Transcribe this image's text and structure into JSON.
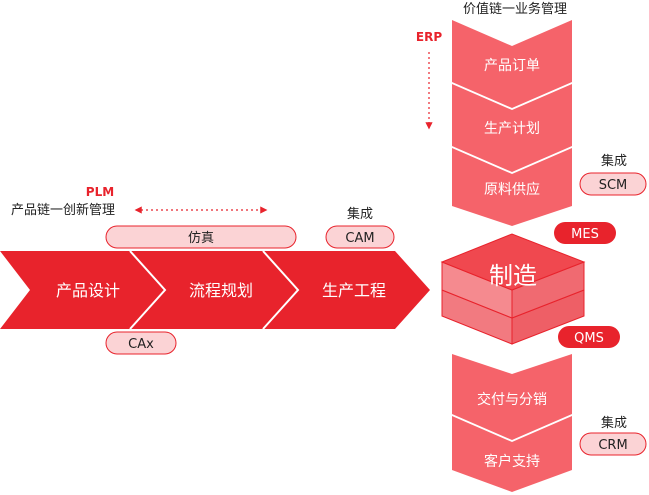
{
  "value_chain": {
    "title": "价值链一业务管理",
    "erp_label": "ERP",
    "steps_upper": [
      "产品订单",
      "生产计划",
      "原料供应"
    ],
    "steps_lower": [
      "交付与分销",
      "客户支持"
    ]
  },
  "product_chain": {
    "plm_label": "PLM",
    "title": "产品链一创新管理",
    "steps": [
      "产品设计",
      "流程规划",
      "生产工程"
    ]
  },
  "pills": {
    "simulation": "仿真",
    "cam": "CAM",
    "cax": "CAx",
    "mes": "MES",
    "qms": "QMS",
    "scm": "SCM",
    "crm": "CRM"
  },
  "integration_label": "集成",
  "manufacturing": "制造",
  "colors": {
    "primary_red": "#e8232c",
    "soft_red": "#f5636a",
    "pill_fill": "#fbd3d5",
    "pill_stroke": "#e8232c"
  }
}
